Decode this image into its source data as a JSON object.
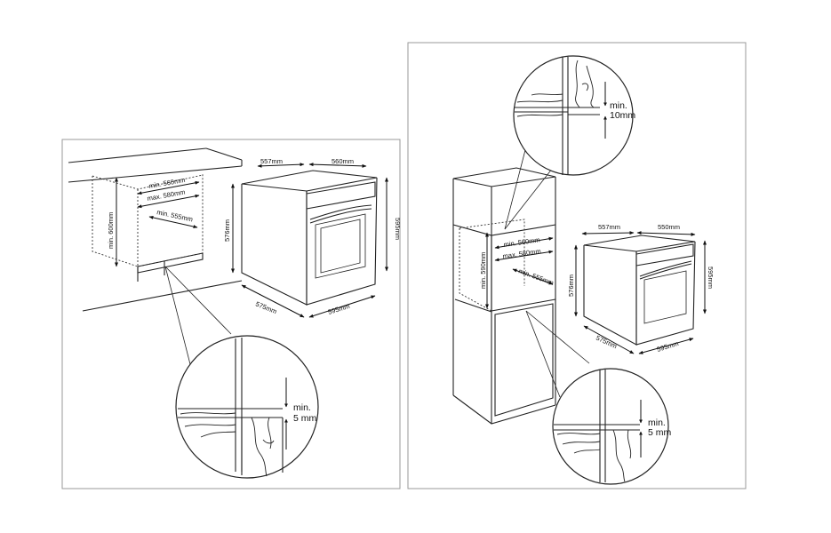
{
  "left_panel": {
    "niche": {
      "min_width": "min. 560mm",
      "max_width": "max. 580mm",
      "min_depth": "min. 555mm",
      "min_height": "min. 600mm"
    },
    "oven": {
      "depth_top": "557mm",
      "width_top": "560mm",
      "height_body": "576mm",
      "height_front": "595mm",
      "depth_bottom": "575mm",
      "width_bottom": "595mm"
    },
    "detail": {
      "clearance_line1": "min.",
      "clearance_line2": "5 mm"
    }
  },
  "right_panel": {
    "top_detail": {
      "clearance_line1": "min.",
      "clearance_line2": "10mm"
    },
    "niche": {
      "min_width": "min. 560mm",
      "max_width": "max. 580mm",
      "min_depth": "min. 555mm",
      "min_height": "min. 590mm"
    },
    "oven": {
      "depth_top": "557mm",
      "width_top": "550mm",
      "height_body": "576mm",
      "height_front": "595mm",
      "depth_bottom": "575mm",
      "width_bottom": "595mm"
    },
    "bottom_detail": {
      "clearance_line1": "min.",
      "clearance_line2": "5 mm"
    }
  }
}
